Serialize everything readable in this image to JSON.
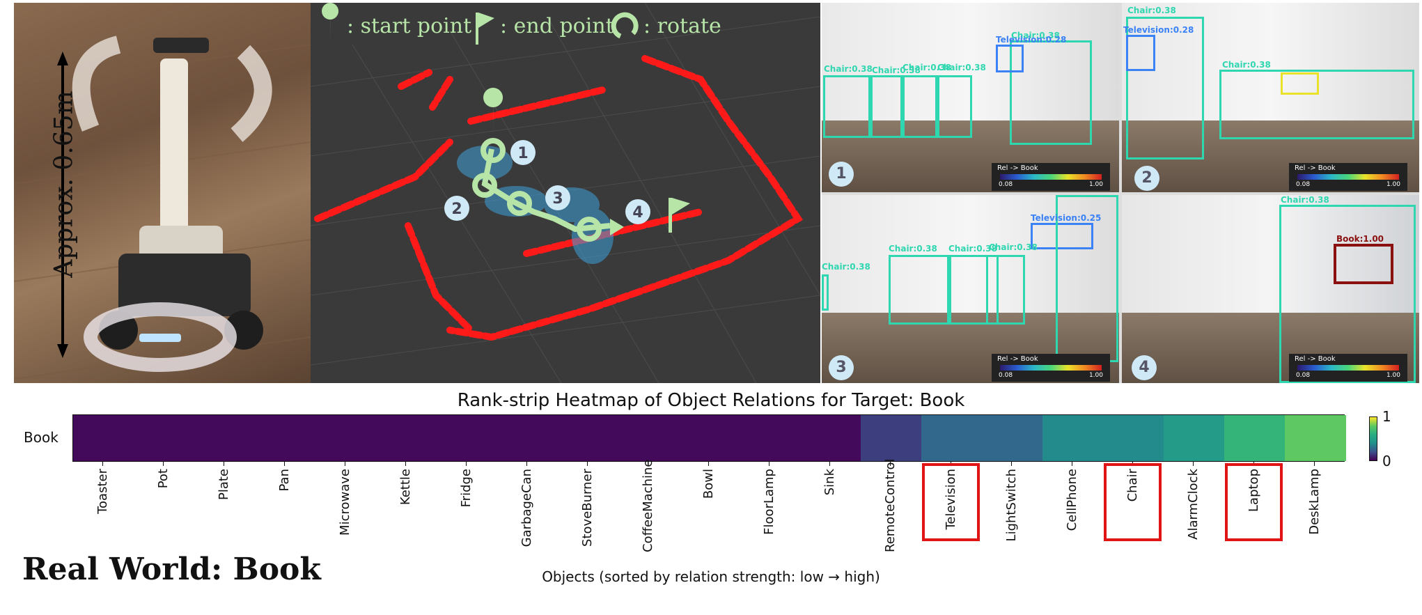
{
  "robot_panel": {
    "height_label": "Approx. 0.65m"
  },
  "map_panel": {
    "legend": {
      "start": ": start point",
      "end": ": end point",
      "rotate": ": rotate"
    },
    "waypoints": [
      "1",
      "2",
      "3",
      "4"
    ],
    "colors": {
      "background": "#3a3a3a",
      "obstacles": "#ff1a1a",
      "path": "#b7e4a7",
      "waypoint_fill": "#cfe9f7"
    }
  },
  "detections": {
    "frames": [
      {
        "num": "1",
        "labels": [
          "Chair:0.38",
          "Chair:0.38",
          "Chair:0.38",
          "Chair:0.38",
          "Chair:0.38",
          "Television:0.28"
        ]
      },
      {
        "num": "2",
        "labels": [
          "Chair:0.38",
          "Television:0.28",
          "Chair:0.38"
        ]
      },
      {
        "num": "3",
        "labels": [
          "Chair:0.38",
          "Chair:0.38",
          "Chair:0.38",
          "Chair:0.38",
          "Television:0.25"
        ]
      },
      {
        "num": "4",
        "labels": [
          "Chair:0.38",
          "Book:1.00"
        ]
      }
    ],
    "relbar": {
      "title": "Rel -> Book",
      "low": "0.08",
      "high": "1.00"
    }
  },
  "caption": "Real World: Book",
  "chart_data": {
    "type": "heatmap",
    "title": "Rank-strip Heatmap of Object Relations for Target: Book",
    "ylabel_row": "Book",
    "xlabel": "Objects (sorted by relation strength: low → high)",
    "categories": [
      "Toaster",
      "Pot",
      "Plate",
      "Pan",
      "Microwave",
      "Kettle",
      "Fridge",
      "GarbageCan",
      "StoveBurner",
      "CoffeeMachine",
      "Bowl",
      "FloorLamp",
      "Sink",
      "RemoteControl",
      "Television",
      "LightSwitch",
      "CellPhone",
      "Chair",
      "AlarmClock",
      "Laptop",
      "DeskLamp"
    ],
    "values": [
      0.02,
      0.02,
      0.02,
      0.02,
      0.02,
      0.02,
      0.02,
      0.02,
      0.02,
      0.02,
      0.02,
      0.02,
      0.02,
      0.15,
      0.27,
      0.27,
      0.38,
      0.38,
      0.47,
      0.65,
      0.8
    ],
    "highlighted": [
      "Television",
      "Chair",
      "Laptop"
    ],
    "colorbar": {
      "min": "0",
      "max": "1"
    },
    "colormap": [
      "#440154",
      "#3b528b",
      "#21918c",
      "#27ad81",
      "#5ec962",
      "#fde725"
    ],
    "highlight_color": "#e01414"
  }
}
